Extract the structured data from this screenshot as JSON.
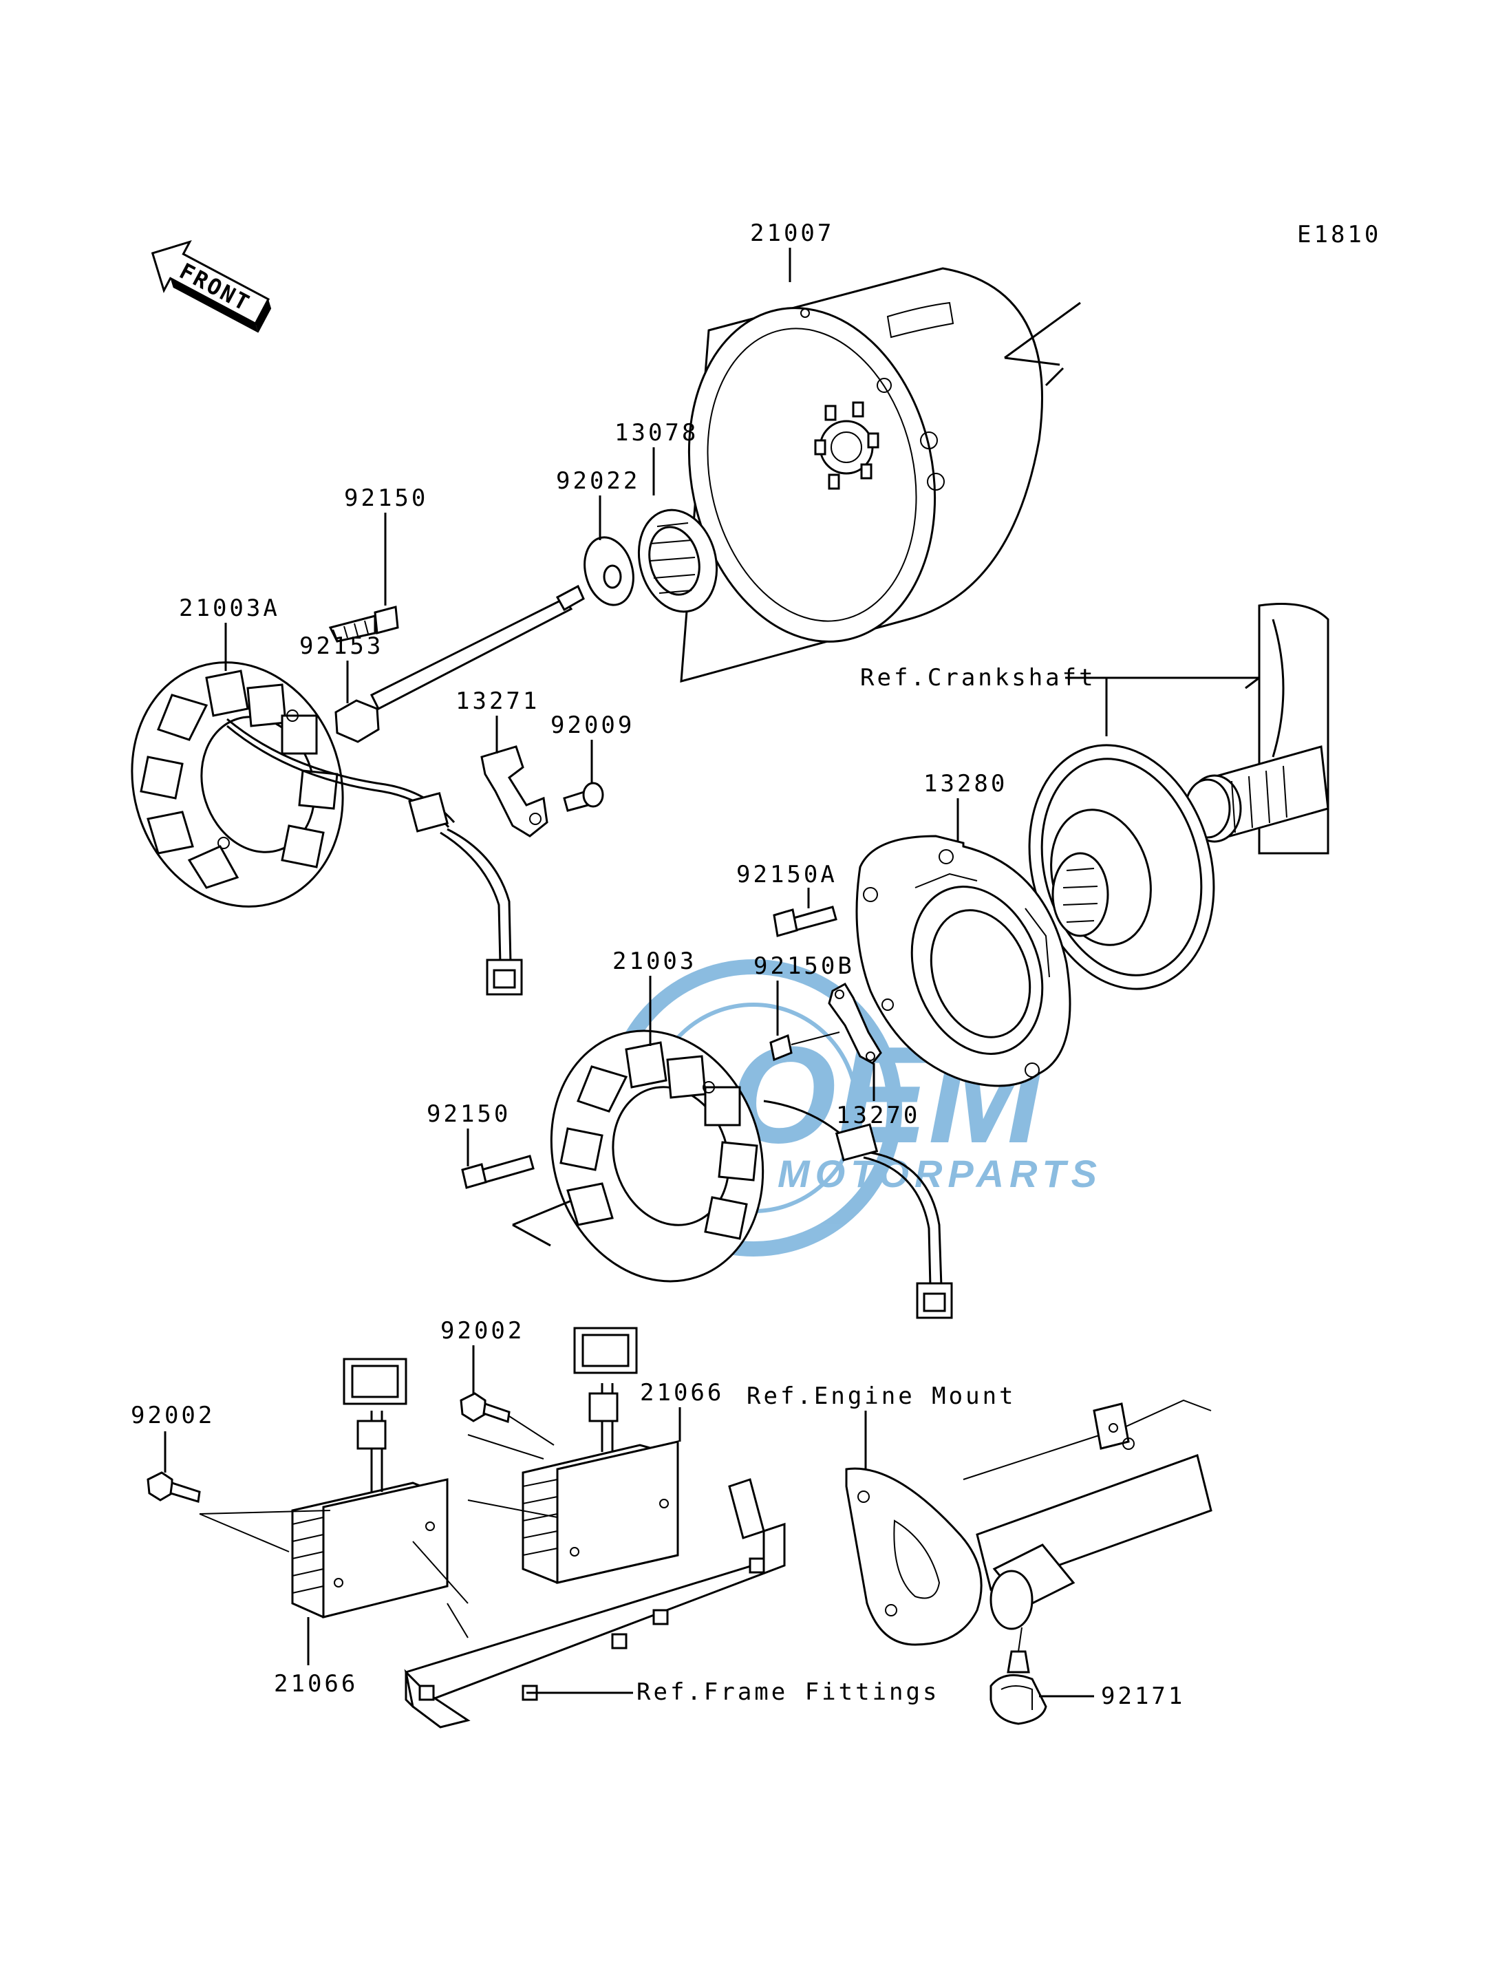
{
  "diagram_code": "E1810",
  "direction_badge": "FRONT",
  "watermark": {
    "main": "OEM",
    "sub": "MOTORPARTS",
    "color": "#2e87c8"
  },
  "labels": {
    "flywheel": "21007",
    "starter_clutch_gear": "13078",
    "washer": "92022",
    "bolt_top": "92150",
    "stator_a": "21003A",
    "stud_bolt": "92153",
    "plate_13271": "13271",
    "screw_92009": "92009",
    "crankshaft_ref": "Ref.Crankshaft",
    "cover_13280": "13280",
    "bolt_92150a": "92150A",
    "stator": "21003",
    "bolt_92150b": "92150B",
    "bolt_mid": "92150",
    "plate_13270": "13270",
    "bolt_92002_right": "92002",
    "bolt_92002_left": "92002",
    "regulator_right": "21066",
    "regulator_left": "21066",
    "engine_mount_ref": "Ref.Engine Mount",
    "frame_fittings_ref": "Ref.Frame Fittings",
    "clamp_92171": "92171"
  }
}
